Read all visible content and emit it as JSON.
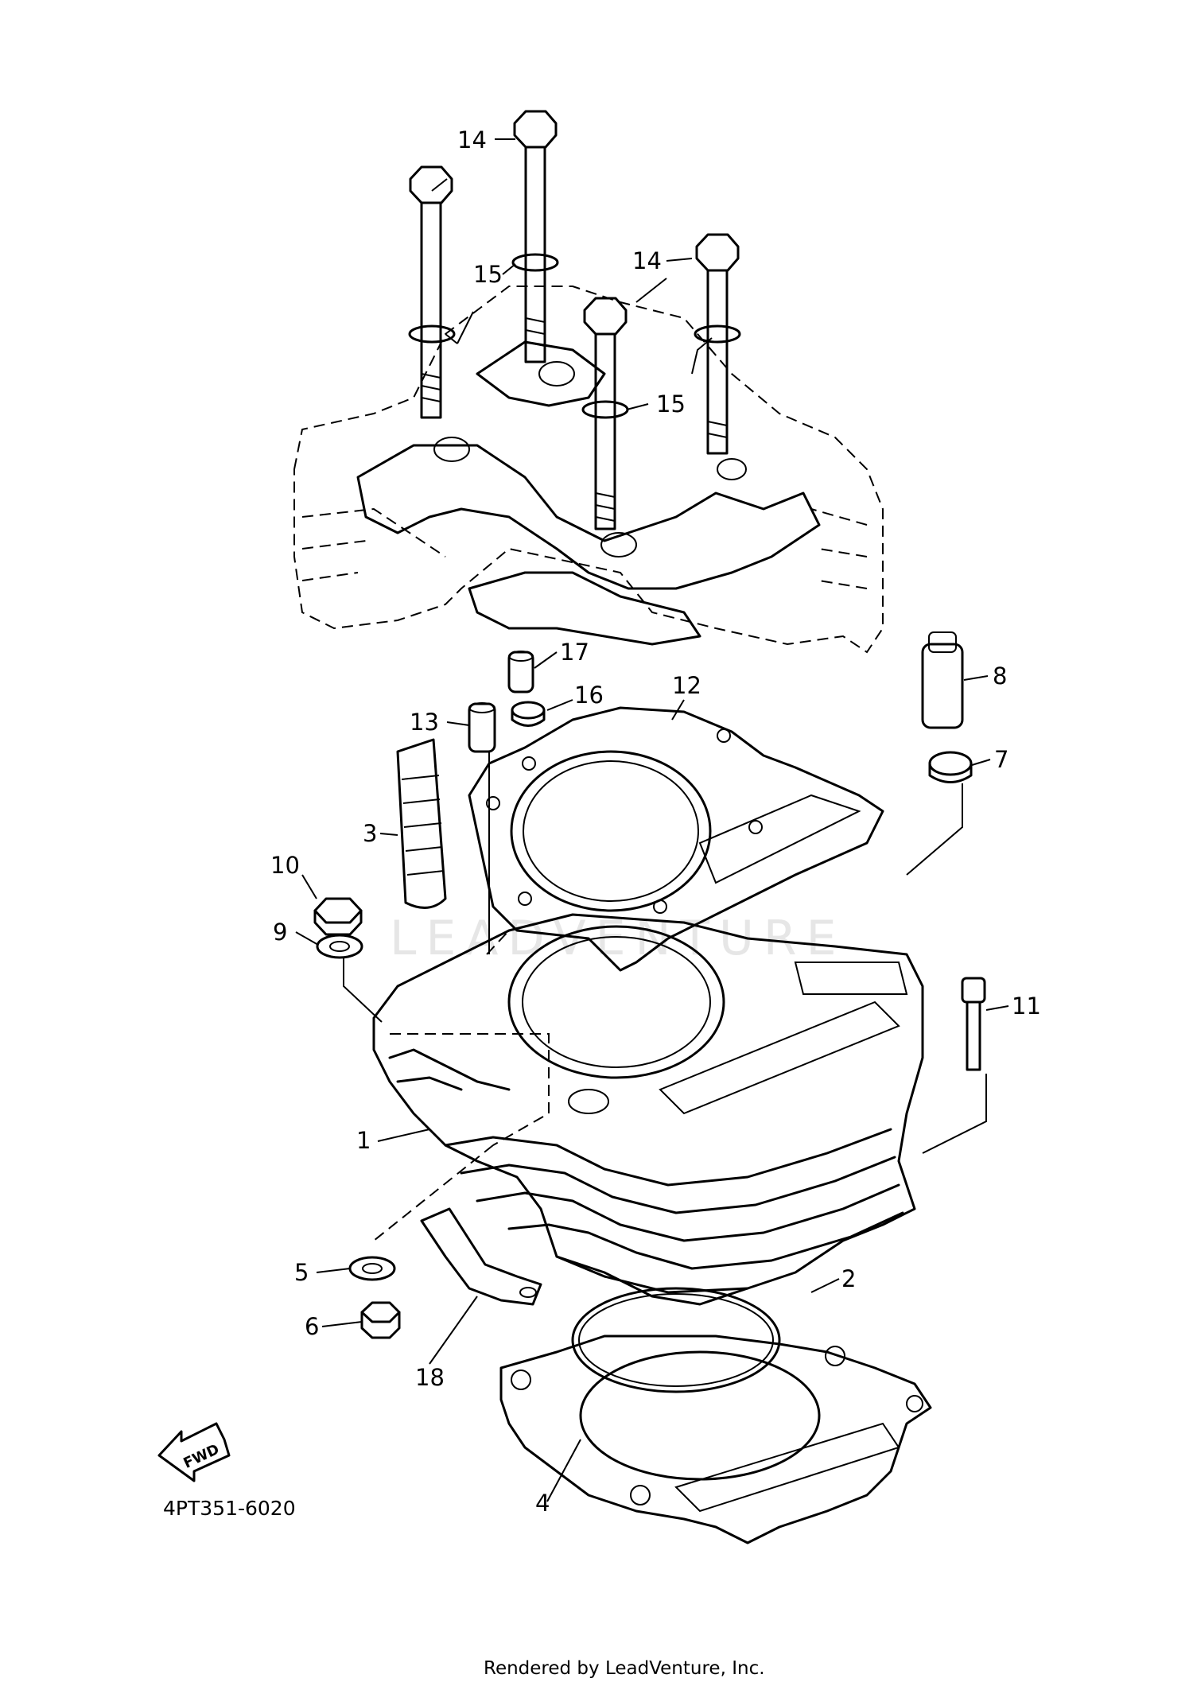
{
  "callouts": [
    {
      "id": "c14a",
      "label": "14"
    },
    {
      "id": "c15a",
      "label": "15"
    },
    {
      "id": "c14b",
      "label": "14"
    },
    {
      "id": "c15b",
      "label": "15"
    },
    {
      "id": "c17",
      "label": "17"
    },
    {
      "id": "c12",
      "label": "12"
    },
    {
      "id": "c16",
      "label": "16"
    },
    {
      "id": "c13",
      "label": "13"
    },
    {
      "id": "c8",
      "label": "8"
    },
    {
      "id": "c7",
      "label": "7"
    },
    {
      "id": "c3",
      "label": "3"
    },
    {
      "id": "c10",
      "label": "10"
    },
    {
      "id": "c9",
      "label": "9"
    },
    {
      "id": "c11",
      "label": "11"
    },
    {
      "id": "c1",
      "label": "1"
    },
    {
      "id": "c2",
      "label": "2"
    },
    {
      "id": "c5",
      "label": "5"
    },
    {
      "id": "c6",
      "label": "6"
    },
    {
      "id": "c18",
      "label": "18"
    },
    {
      "id": "c4",
      "label": "4"
    }
  ],
  "direction_arrow": "FWD",
  "diagram_code": "4PT351-6020",
  "watermark": "LEADVENTURE",
  "credit": "Rendered by LeadVenture, Inc."
}
